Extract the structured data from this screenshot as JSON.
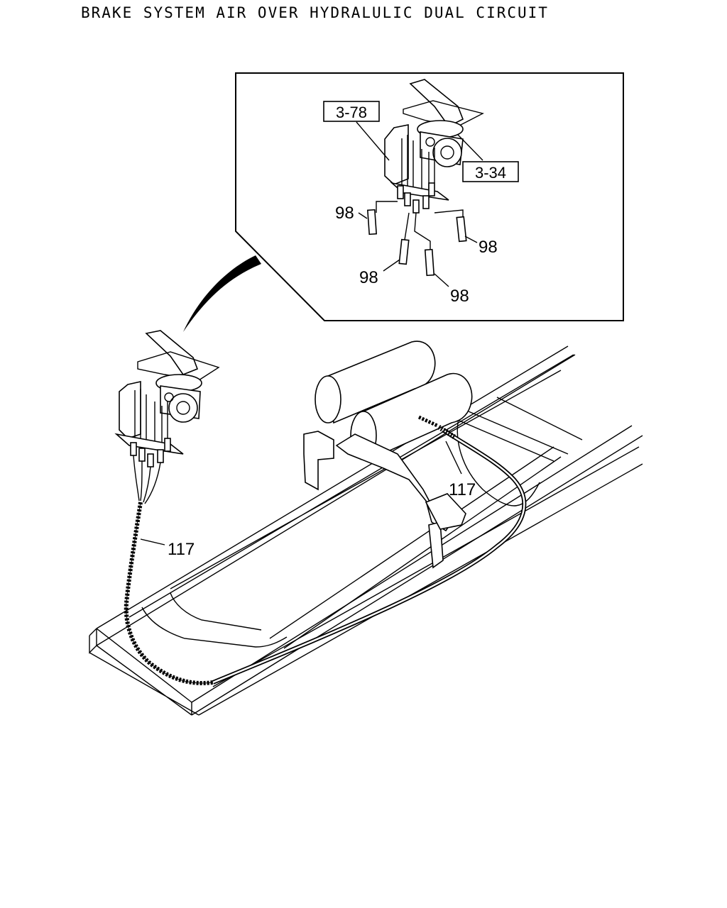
{
  "title": "BRAKE SYSTEM AIR OVER HYDRALULIC DUAL CIRCUIT",
  "refs": {
    "ref_a": "3-78",
    "ref_b": "3-34"
  },
  "part_labels": {
    "inset_98_left": "98",
    "inset_98_right": "98",
    "inset_98_bottom_left": "98",
    "inset_98_bottom_right": "98",
    "hose_117_left": "117",
    "hose_117_right": "117"
  }
}
